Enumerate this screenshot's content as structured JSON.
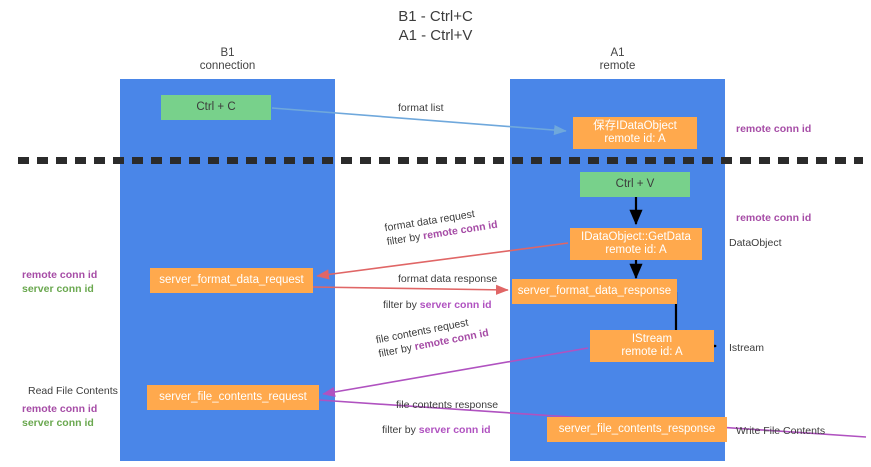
{
  "title": {
    "line1": "B1 - Ctrl+C",
    "line2": "A1 - Ctrl+V"
  },
  "lanes": [
    {
      "id": "b1",
      "name": "B1",
      "role": "connection",
      "color": "#4a86e8"
    },
    {
      "id": "a1",
      "name": "A1",
      "role": "remote",
      "color": "#4a86e8"
    }
  ],
  "nodes": {
    "ctrl_c": {
      "label": "Ctrl + C",
      "color": "#78d18b"
    },
    "ctrl_v": {
      "label": "Ctrl + V",
      "color": "#78d18b"
    },
    "save_idataobject": {
      "line1": "保存IDataObject",
      "line2": "remote id: A",
      "color": "#ffa94d"
    },
    "getdata": {
      "line1": "IDataObject::GetData",
      "line2": "remote id: A",
      "color": "#ffa94d"
    },
    "istream": {
      "line1": "IStream",
      "line2": "remote id: A",
      "color": "#ffa94d"
    },
    "server_format_data_request": {
      "label": "server_format_data_request",
      "color": "#ffa94d"
    },
    "server_format_data_response": {
      "label": "server_format_data_response",
      "color": "#ffa94d"
    },
    "server_file_contents_request": {
      "label": "server_file_contents_request",
      "color": "#ffa94d"
    },
    "server_file_contents_response": {
      "label": "server_file_contents_response",
      "color": "#ffa94d"
    }
  },
  "edge_labels": {
    "format_list": "format list",
    "format_data_request": "format data request",
    "format_data_request_filter_prefix": "filter by ",
    "format_data_request_filter_key": "remote conn id",
    "format_data_response": "format data response",
    "format_data_response_filter_prefix": "filter by ",
    "format_data_response_filter_key": "server conn id",
    "file_contents_request": "file contents request",
    "file_contents_request_filter_prefix": "filter by ",
    "file_contents_request_filter_key": "remote conn id",
    "file_contents_response": "file contents response",
    "file_contents_response_filter_prefix": "filter by ",
    "file_contents_response_filter_key": "server conn id"
  },
  "annotations": {
    "right": [
      {
        "text": "remote conn id",
        "style": "remote-key"
      },
      {
        "text": "remote conn id",
        "style": "remote-key"
      },
      {
        "text": "DataObject",
        "style": "plain"
      },
      {
        "text": "Istream",
        "style": "plain"
      },
      {
        "text": "Write File Contents",
        "style": "plain"
      }
    ],
    "left": [
      {
        "text": "remote conn id",
        "style": "remote-key"
      },
      {
        "text": "server conn id",
        "style": "server-key"
      },
      {
        "text": "Read File Contents",
        "style": "plain"
      },
      {
        "text": "remote conn id",
        "style": "remote-key"
      },
      {
        "text": "server conn id",
        "style": "server-key"
      }
    ]
  },
  "colors": {
    "lane": "#4a86e8",
    "green_node": "#78d18b",
    "orange_node": "#ffa94d",
    "arrow_format_list": "#6fa8dc",
    "arrow_format_data": "#e06666",
    "arrow_file_contents": "#b052c0",
    "arrow_vertical": "#000000",
    "remote_key": "#a64ca6",
    "server_key": "#6aa84f",
    "divider": "#2b2b2b"
  }
}
